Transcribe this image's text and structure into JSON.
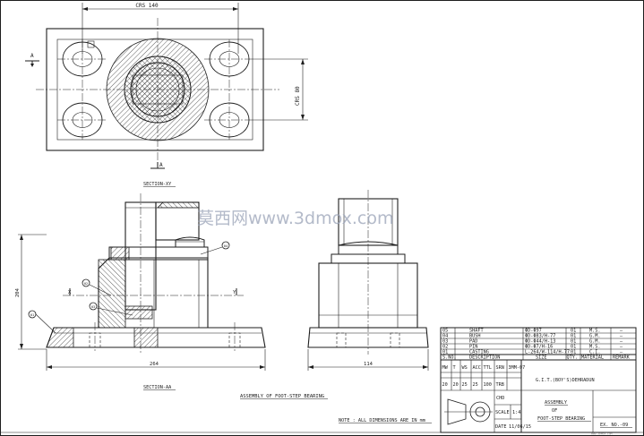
{
  "watermark": "莫西网www.3dmox.com",
  "views": {
    "top_dim_width": "CRS 140",
    "right_dim_height": "CRS 80",
    "section_label_top": "SECTION-XY",
    "section_label_front": "SECTION-AA",
    "marker_a": "A",
    "front_height": "204",
    "front_width": "264",
    "side_width": "114",
    "marker_x": "X",
    "marker_y": "Y",
    "balloon_1": "01",
    "balloon_2": "02",
    "balloon_3": "03",
    "balloon_4": "04"
  },
  "assembly_title": "ASSEMBLY OF FOOT-STEP BEARING",
  "note": "NOTE : ALL DIMENSIONS ARE IN mm",
  "parts_list": [
    {
      "no": "05",
      "desc": "SHAFT",
      "size": "ΦD-Φ97",
      "qty": "01",
      "material": "M.S.",
      "remark": "—"
    },
    {
      "no": "04",
      "desc": "BUSH",
      "size": "ΦD-Φ83/H-77",
      "qty": "01",
      "material": "G.M.",
      "remark": "—"
    },
    {
      "no": "03",
      "desc": "PAD",
      "size": "ΦD-Φ44/H-13",
      "qty": "01",
      "material": "G.M.",
      "remark": "—"
    },
    {
      "no": "02",
      "desc": "PIN",
      "size": "ΦD-Φ7/H-16",
      "qty": "01",
      "material": "M.S.",
      "remark": "—"
    },
    {
      "no": "01",
      "desc": "CASTING",
      "size": "L-264/W-114/H-77",
      "qty": "01",
      "material": "C.I.",
      "remark": "—"
    }
  ],
  "parts_header": {
    "no": "S.NO.",
    "desc": "DESCRIPTION",
    "size": "SIZE",
    "qty": "QTY.",
    "material": "MATERIAL",
    "remark": "REMARK"
  },
  "marks": {
    "headers": [
      "MW",
      "T",
      "WS",
      "ACC",
      "TTL",
      "SRN",
      "3MM-07"
    ],
    "values": [
      "20",
      "20",
      "25",
      "25",
      "100",
      "TRB"
    ]
  },
  "institute": "G.I.T.(BOY'S)DEHRADUN",
  "ckd_label": "CHD",
  "scale_label": "SCALE",
  "scale_value": "1:4",
  "date_label": "DATE",
  "date_value": "11/06/15",
  "sheet_title_1": "ASSEMBLY",
  "sheet_title_2": "OF",
  "sheet_title_3": "FOOT-STEP BEARING",
  "ex_no": "EX. NO.-09",
  "corner_stamp": "WWW.3DMOX.COM"
}
